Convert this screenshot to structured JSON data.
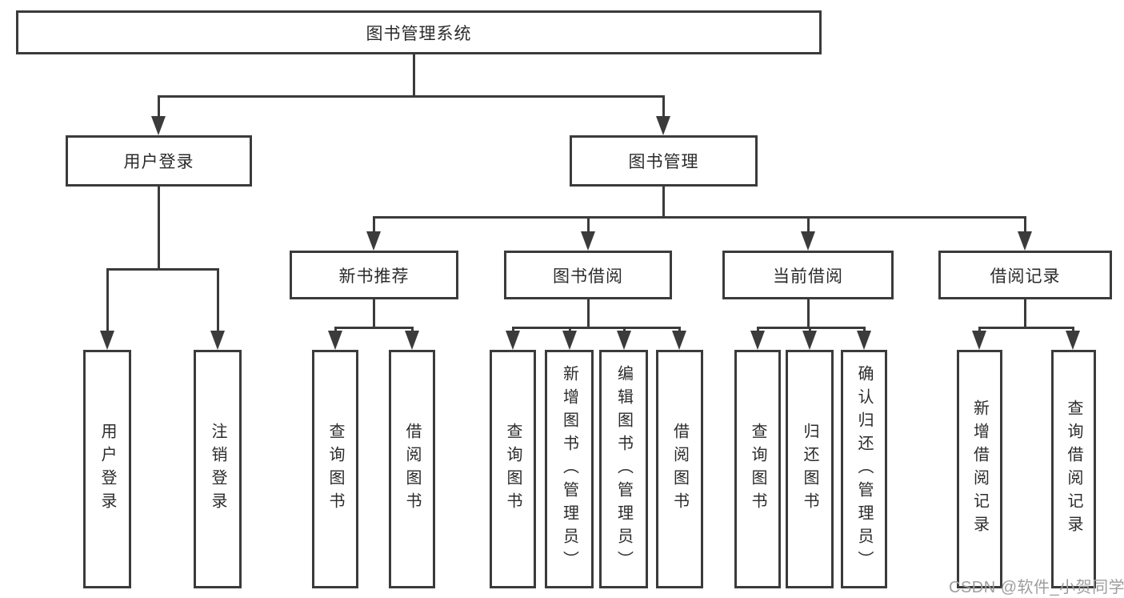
{
  "colors": {
    "line": "#3b3b3b",
    "box_border": "#3b3b3b",
    "text": "#2b2b2b",
    "watermark": "#9e9e9e",
    "background": "#ffffff"
  },
  "watermark": {
    "text": "CSDN @软件_小贺同学"
  },
  "tree": {
    "root": {
      "label": "图书管理系统"
    },
    "branches": [
      {
        "label": "用户登录",
        "children": [
          {
            "label": "用户登录"
          },
          {
            "label": "注销登录"
          }
        ]
      },
      {
        "label": "图书管理",
        "children": [
          {
            "label": "新书推荐",
            "children": [
              {
                "label": "查询图书"
              },
              {
                "label": "借阅图书"
              }
            ]
          },
          {
            "label": "图书借阅",
            "children": [
              {
                "label": "查询图书"
              },
              {
                "label": "新增图书（管理员）"
              },
              {
                "label": "编辑图书（管理员）"
              },
              {
                "label": "借阅图书"
              }
            ]
          },
          {
            "label": "当前借阅",
            "children": [
              {
                "label": "查询图书"
              },
              {
                "label": "归还图书"
              },
              {
                "label": "确认归还（管理员）"
              }
            ]
          },
          {
            "label": "借阅记录",
            "children": [
              {
                "label": "新增借阅记录"
              },
              {
                "label": "查询借阅记录"
              }
            ]
          }
        ]
      }
    ]
  }
}
